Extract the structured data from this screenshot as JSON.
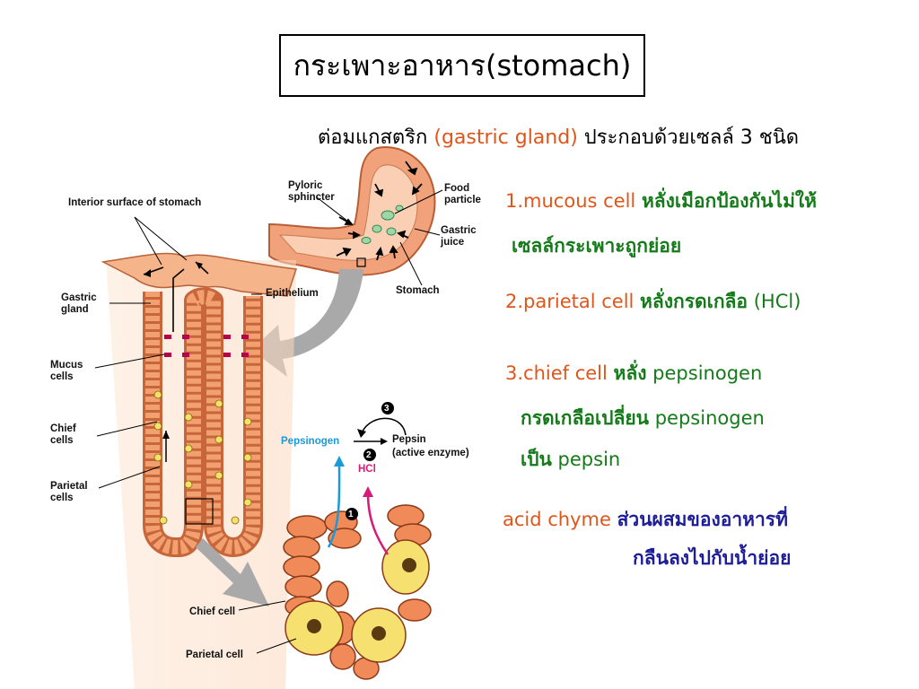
{
  "title": {
    "thai": "กระเพาะอาหาร",
    "english": "(stomach)"
  },
  "subtitle": {
    "before": "ต่อมแกสตริก ",
    "english": "(gastric gland)",
    "after": " ประกอบด้วยเซลล์ 3 ชนิด"
  },
  "cells": [
    {
      "name": "1.mucous cell ",
      "desc_line1": "หลั่งเมือกป้องกันไม่ให้",
      "desc_line2": "เซลล์กระเพาะถูกย่อย"
    },
    {
      "name": "2.parietal cell ",
      "desc_line1": "หลั่งกรดเกลือ",
      "extra": " (HCl)"
    },
    {
      "name": "3.chief cell ",
      "desc_line1": "หลั่ง",
      "extra1": " pepsinogen",
      "line2_thai": "กรดเกลือเปลี่ยน",
      "line2_en": " pepsinogen",
      "line3_thai": "เป็น",
      "line3_en": " pepsin"
    }
  ],
  "chyme": {
    "term": "acid chyme ",
    "desc_line1": "ส่วนผสมของอาหารที่",
    "desc_line2": "กลืนลงไปกับน้ำย่อย"
  },
  "labels": {
    "interior_surface": "Interior surface of stomach",
    "gastric_gland": "Gastric\ngland",
    "epithelium": "Epithelium",
    "mucus_cells": "Mucus\ncells",
    "chief_cells": "Chief\ncells",
    "parietal_cells": "Parietal\ncells",
    "pyloric_sphincter": "Pyloric\nsphincter",
    "food_particle": "Food\nparticle",
    "gastric_juice": "Gastric\njuice",
    "stomach": "Stomach",
    "pepsinogen": "Pepsinogen",
    "pepsin": "Pepsin",
    "active_enzyme": "(active enzyme)",
    "hcl": "HCl",
    "step1": "1",
    "step2": "2",
    "step3": "3",
    "chief_cell": "Chief cell",
    "parietal_cell": "Parietal cell"
  },
  "colors": {
    "orange": "#e0561a",
    "green": "#157a1a",
    "blue": "#1d1d9a",
    "tissue": "#f0a070",
    "parietal": "#f5e070",
    "pepsinogen_arrow": "#1a9ad8",
    "hcl_arrow": "#d81a78"
  }
}
